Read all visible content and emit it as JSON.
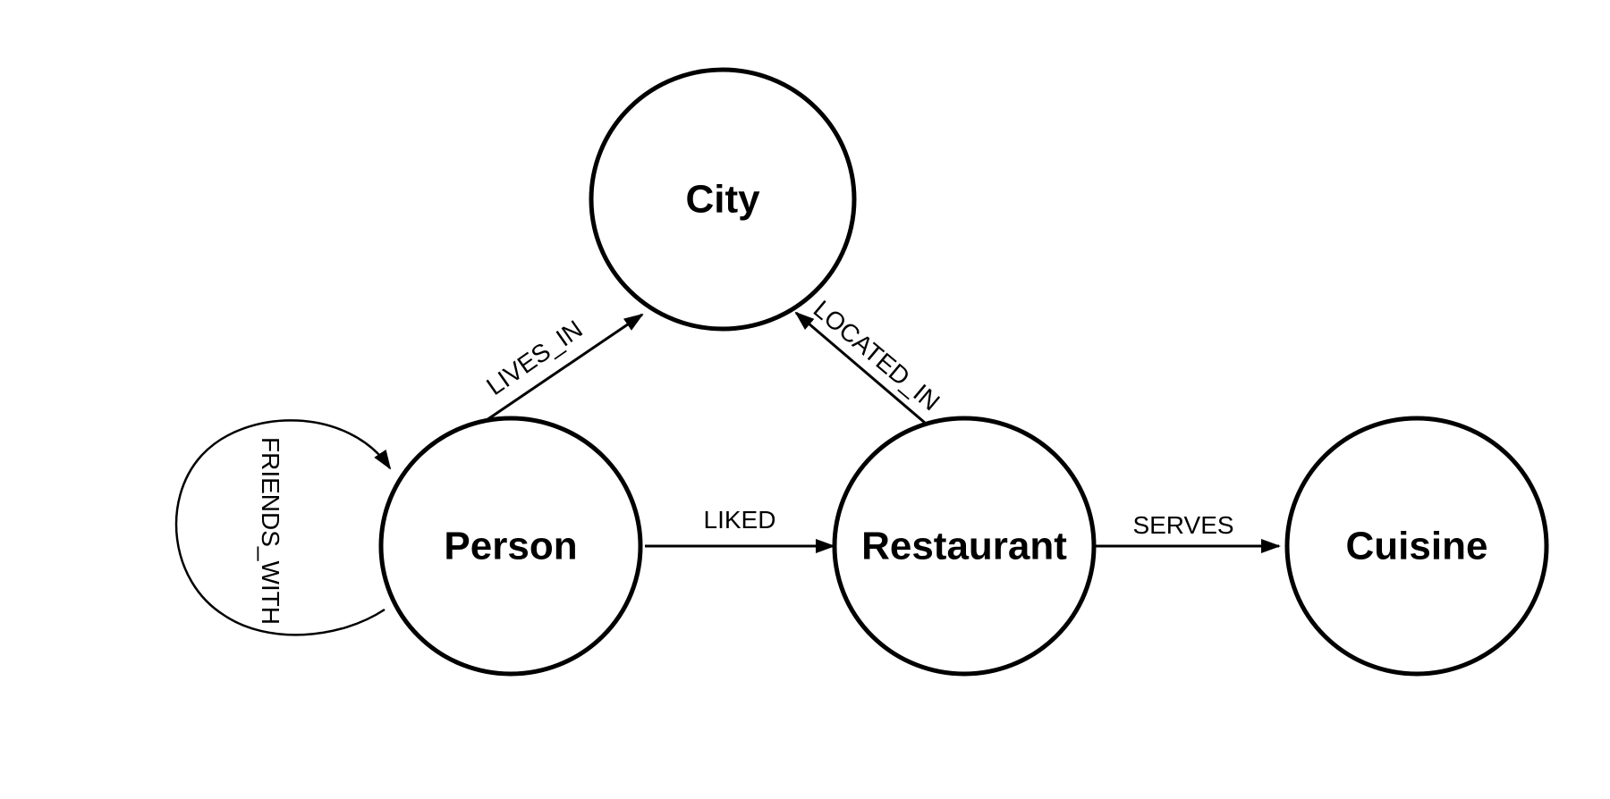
{
  "diagram": {
    "nodes": {
      "city": {
        "label": "City"
      },
      "person": {
        "label": "Person"
      },
      "restaurant": {
        "label": "Restaurant"
      },
      "cuisine": {
        "label": "Cuisine"
      }
    },
    "edges": {
      "lives_in": {
        "label": "LIVES_IN"
      },
      "located_in": {
        "label": "LOCATED_IN"
      },
      "liked": {
        "label": "LIKED"
      },
      "serves": {
        "label": "SERVES"
      },
      "friends_with": {
        "label": "FRIENDS_WITH"
      }
    }
  },
  "colors": {
    "background": "#ffffff",
    "stroke": "#000000",
    "text": "#000000"
  }
}
